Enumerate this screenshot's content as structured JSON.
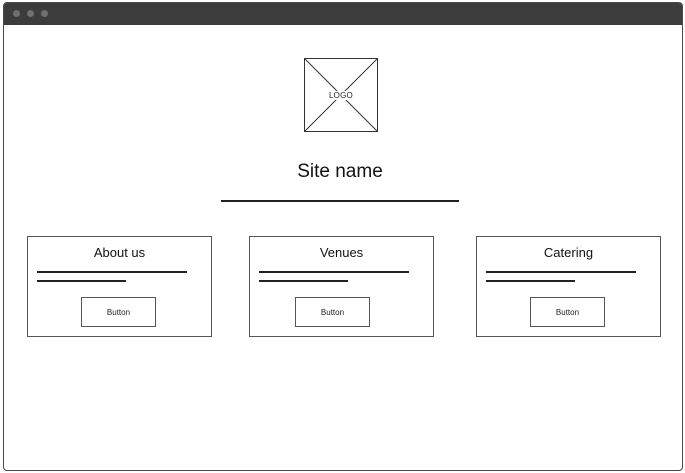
{
  "logo": {
    "text": "LOGO"
  },
  "site": {
    "name": "Site name"
  },
  "cards": [
    {
      "title": "About us",
      "button_label": "Button"
    },
    {
      "title": "Venues",
      "button_label": "Button"
    },
    {
      "title": "Catering",
      "button_label": "Button"
    }
  ],
  "colors": {
    "titlebar": "#3c3c3c",
    "window_dots": "#6f6f6f",
    "border": "#555555",
    "text": "#111111"
  }
}
